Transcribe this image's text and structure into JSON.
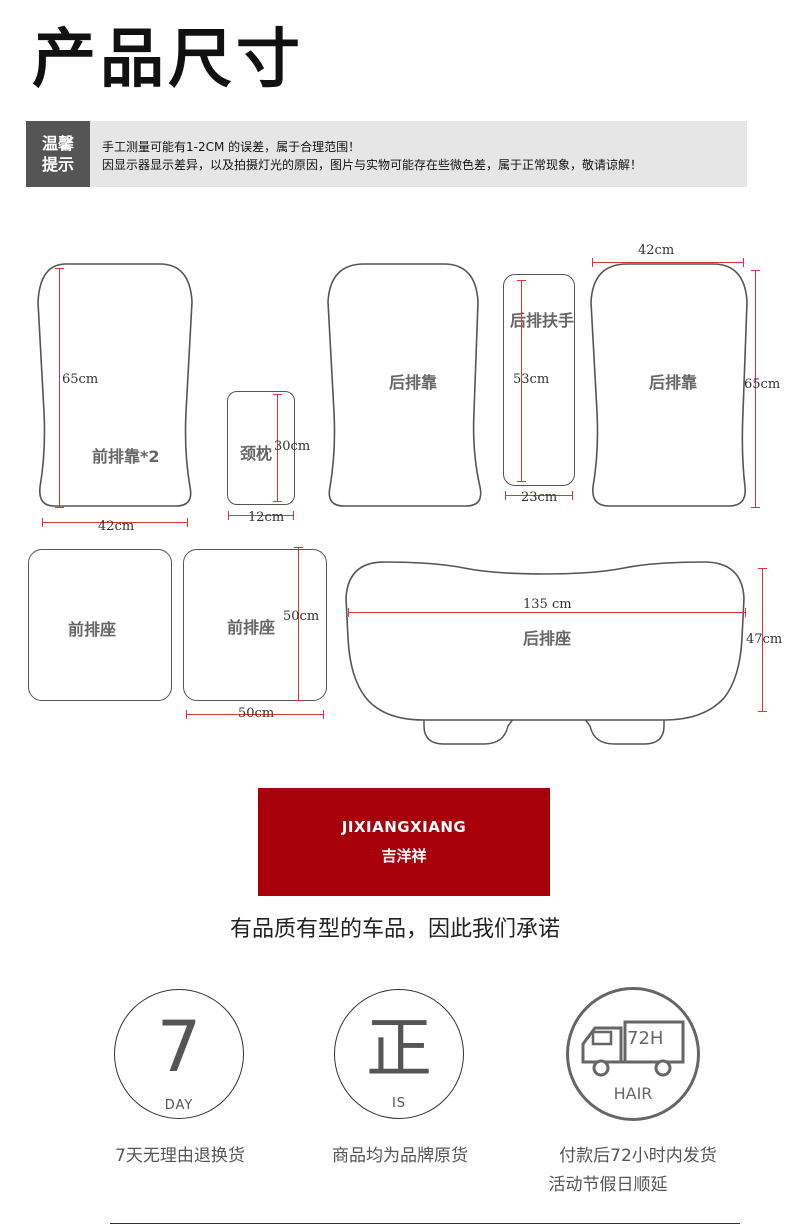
{
  "header": {
    "title": "产品尺寸"
  },
  "notice": {
    "tag_line1": "温馨",
    "tag_line2": "提示",
    "line1": "手工测量可能有1-2CM 的误差，属于合理范围！",
    "line2": "因显示器显示差异，以及拍摄灯光的原因，图片与实物可能存在些微色差，属于正常现象，敬请谅解！"
  },
  "diagram": {
    "front_back": {
      "label": "前排靠*2",
      "height": "65cm",
      "width": "42cm"
    },
    "neck_pillow": {
      "label": "颈枕",
      "height": "30cm",
      "width": "12cm"
    },
    "rear_back_left": {
      "label": "后排靠"
    },
    "rear_armrest": {
      "label": "后排扶手",
      "height": "53cm",
      "width": "23cm"
    },
    "rear_back_right": {
      "label": "后排靠",
      "width": "42cm",
      "height": "65cm"
    },
    "front_seat_left": {
      "label": "前排座"
    },
    "front_seat_right": {
      "label": "前排座",
      "height": "50cm",
      "width": "50cm"
    },
    "rear_seat": {
      "label": "后排座",
      "width": "135 cm",
      "height": "47cm"
    }
  },
  "brand": {
    "name_en": "JIXIANGXIANG",
    "name_cn": "吉洋祥"
  },
  "slogan": "有品质有型的车品，因此我们承诺",
  "promises": [
    {
      "icon": "seven-day-icon",
      "big": "7",
      "small": "DAY",
      "caption_line1": "7天无理由退换货",
      "caption_line2": ""
    },
    {
      "icon": "genuine-icon",
      "big": "正",
      "small": "IS",
      "caption_line1": "商品均为品牌原货",
      "caption_line2": ""
    },
    {
      "icon": "truck-72h-icon",
      "badge": "72H",
      "small": "HAIR",
      "caption_line1": "付款后72小时内发货",
      "caption_line2": "活动节假日顺延"
    }
  ]
}
